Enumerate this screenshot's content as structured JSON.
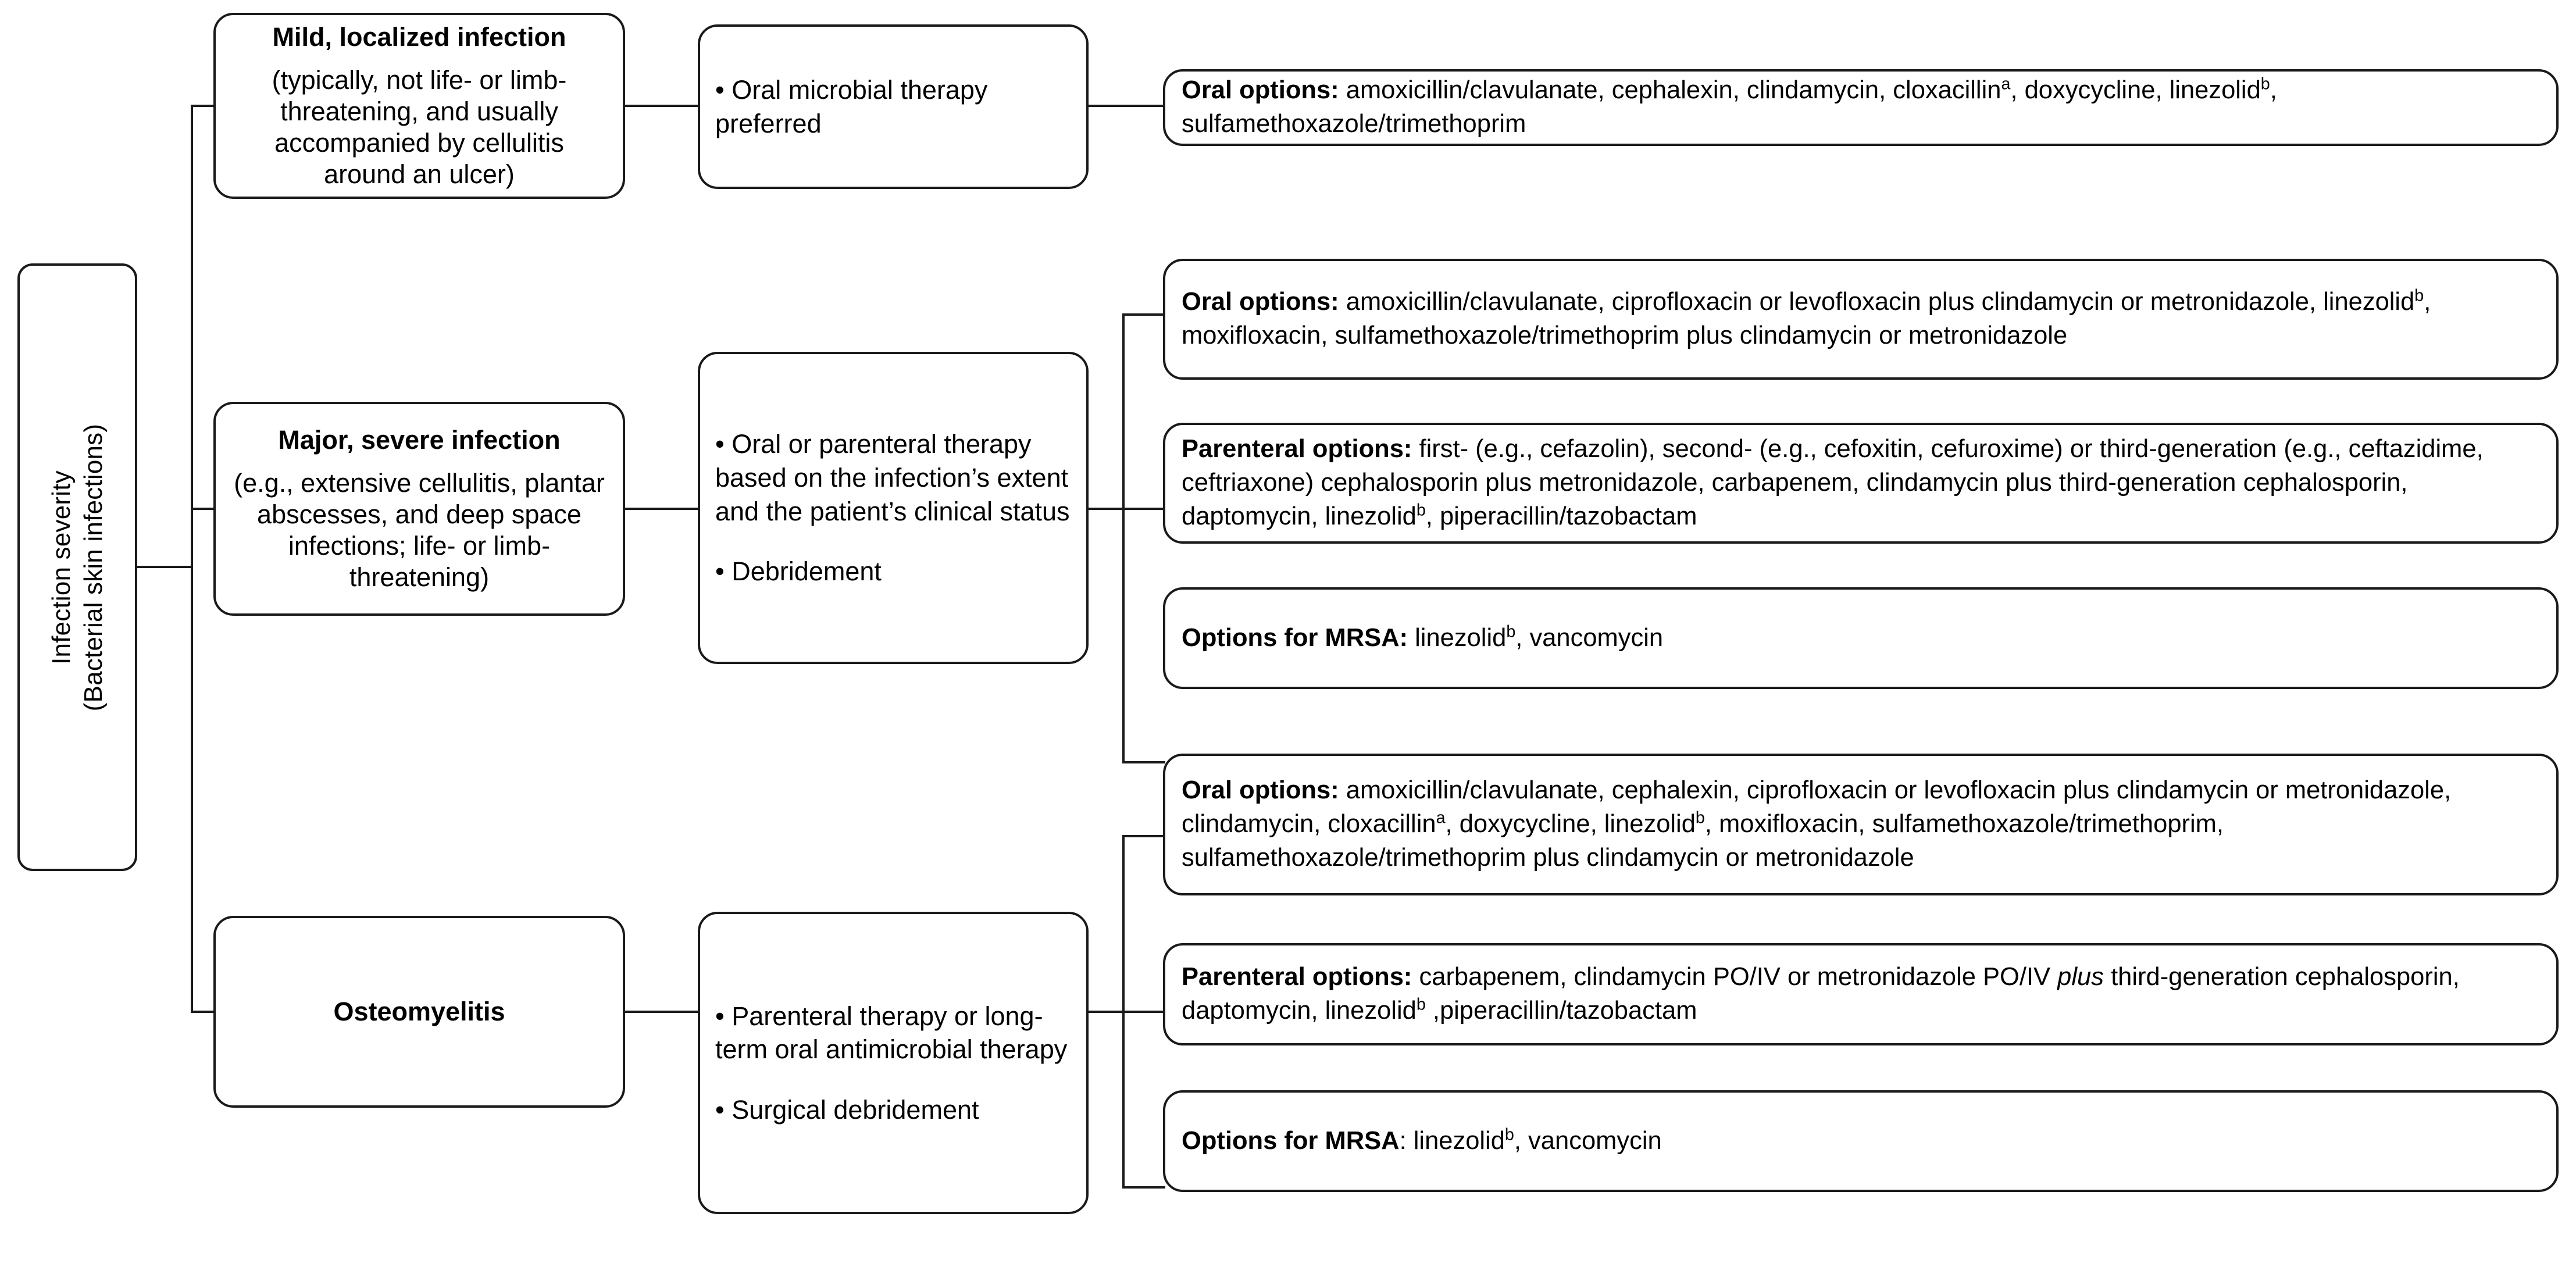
{
  "diagram": {
    "title_root": {
      "line1": "Infection severity",
      "line2": "(Bacterial skin infections)"
    },
    "severity_levels": [
      {
        "id": "mild",
        "heading": "Mild, localized infection",
        "detail": "(typically, not life- or limb-threatening, and usually accompanied by cellulitis around an ulcer)"
      },
      {
        "id": "major-severe",
        "heading": "Major, severe infection",
        "detail": "(e.g., extensive cellulitis, plantar abscesses, and deep space infections; life- or limb-threatening)"
      },
      {
        "id": "osteomyelitis",
        "heading": "Osteomyelitis",
        "detail": ""
      }
    ],
    "treatments": [
      {
        "id": "mild-treatment",
        "bullets": [
          "• Oral microbial therapy preferred"
        ]
      },
      {
        "id": "severe-treatment",
        "bullets": [
          "• Oral or parenteral therapy based on the infection’s extent and the patient’s clinical status",
          "• Debridement"
        ]
      },
      {
        "id": "osteomyelitis-treatment",
        "bullets": [
          " • Parenteral therapy or long-term oral antimicrobial therapy",
          "• Surgical debridement"
        ]
      }
    ],
    "options": [
      {
        "id": "mild-oral",
        "label": "Oral options:",
        "label_trailing_colon": true,
        "body_html": " amoxicillin/clavulanate, cephalexin, clindamycin, cloxacillin<sup>a</sup>, doxycycline, linezolid<sup>b</sup>, sulfamethoxazole/trimethoprim",
        "body_text": " amoxicillin/clavulanate, cephalexin, clindamycin, cloxacillina, doxycycline, linezolidb, sulfamethoxazole/trimethoprim"
      },
      {
        "id": "severe-oral",
        "label": "Oral options:",
        "body_html": " amoxicillin/clavulanate, ciprofloxacin or levofloxacin plus clindamycin or metronidazole, linezolid<sup>b</sup>, moxifloxacin, sulfamethoxazole/trimethoprim plus clindamycin or metronidazole",
        "body_text": " amoxicillin/clavulanate, ciprofloxacin or levofloxacin plus clindamycin or metronidazole, linezolidb, moxifloxacin, sulfamethoxazole/trimethoprim plus clindamycin or metronidazole"
      },
      {
        "id": "severe-parenteral",
        "label": "Parenteral options:",
        "body_html": " first- (e.g., cefazolin), second- (e.g., cefoxitin, cefuroxime) or third-generation (e.g., ceftazidime, ceftriaxone) cephalosporin plus metronidazole, carbapenem, clindamycin plus third-generation cephalosporin, daptomycin, linezolid<sup>b</sup>, piperacillin/tazobactam",
        "body_text": " first- (e.g., cefazolin), second- (e.g., cefoxitin, cefuroxime) or third-generation (e.g., ceftazidime, ceftriaxone) cephalosporin plus metronidazole, carbapenem, clindamycin plus third-generation cephalosporin, daptomycin, linezolidb, piperacillin/tazobactam"
      },
      {
        "id": "severe-mrsa",
        "label": "Options for MRSA:",
        "body_html": " linezolid<sup>b</sup>, vancomycin",
        "body_text": " linezolidb, vancomycin"
      },
      {
        "id": "osteo-oral",
        "label": "Oral options:",
        "body_html": " amoxicillin/clavulanate, cephalexin, ciprofloxacin or levofloxacin plus clindamycin or metronidazole, clindamycin, cloxacillin<sup>a</sup>, doxycycline, linezolid<sup>b</sup>, moxifloxacin, sulfamethoxazole/trimethoprim, sulfamethoxazole/trimethoprim plus clindamycin or metronidazole",
        "body_text": " amoxicillin/clavulanate, cephalexin, ciprofloxacin or levofloxacin plus clindamycin or metronidazole, clindamycin, cloxacillina, doxycycline, linezolidb, moxifloxacin, sulfamethoxazole/trimethoprim, sulfamethoxazole/trimethoprim plus clindamycin or metronidazole"
      },
      {
        "id": "osteo-parenteral",
        "label": "Parenteral options:",
        "body_html": " carbapenem, clindamycin PO/IV or metronidazole PO/IV <i>plus</i> third-generation cephalosporin, daptomycin, linezolid<sup>b</sup> ,piperacillin/tazobactam",
        "body_text": " carbapenem, clindamycin PO/IV or metronidazole PO/IV plus third-generation cephalosporin, daptomycin, linezolidb ,piperacillin/tazobactam"
      },
      {
        "id": "osteo-mrsa",
        "label": "Options for MRSA",
        "body_html": ": linezolid<sup>b</sup>, vancomycin",
        "body_text": ": linezolidb, vancomycin"
      }
    ],
    "colors": {
      "stroke": "#1a1a1a",
      "background": "#ffffff",
      "text": "#000000"
    }
  }
}
